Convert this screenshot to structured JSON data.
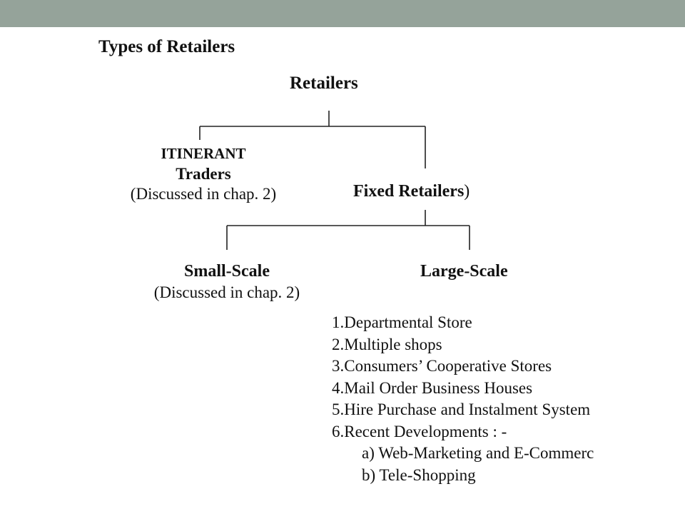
{
  "slide": {
    "header_color": "#95a39a",
    "title": "Types of Retailers"
  },
  "diagram": {
    "root": "Retailers",
    "itinerant": {
      "line1": "ITINERANT",
      "line2": "Traders",
      "line3": "(Discussed in chap. 2)"
    },
    "fixed": {
      "label": "Fixed Retailers",
      "trailing": ")"
    },
    "small_scale": {
      "label": "Small-Scale",
      "note": "(Discussed in chap. 2)"
    },
    "large_scale": {
      "label": "Large-Scale"
    },
    "large_scale_types": [
      "1.Departmental Store",
      "2.Multiple shops",
      "3.Consumers’ Cooperative Stores",
      "4.Mail Order Business Houses",
      "5.Hire Purchase and Instalment System",
      "6.Recent Developments : -",
      "a) Web-Marketing and E-Commerc",
      "b) Tele-Shopping"
    ]
  }
}
